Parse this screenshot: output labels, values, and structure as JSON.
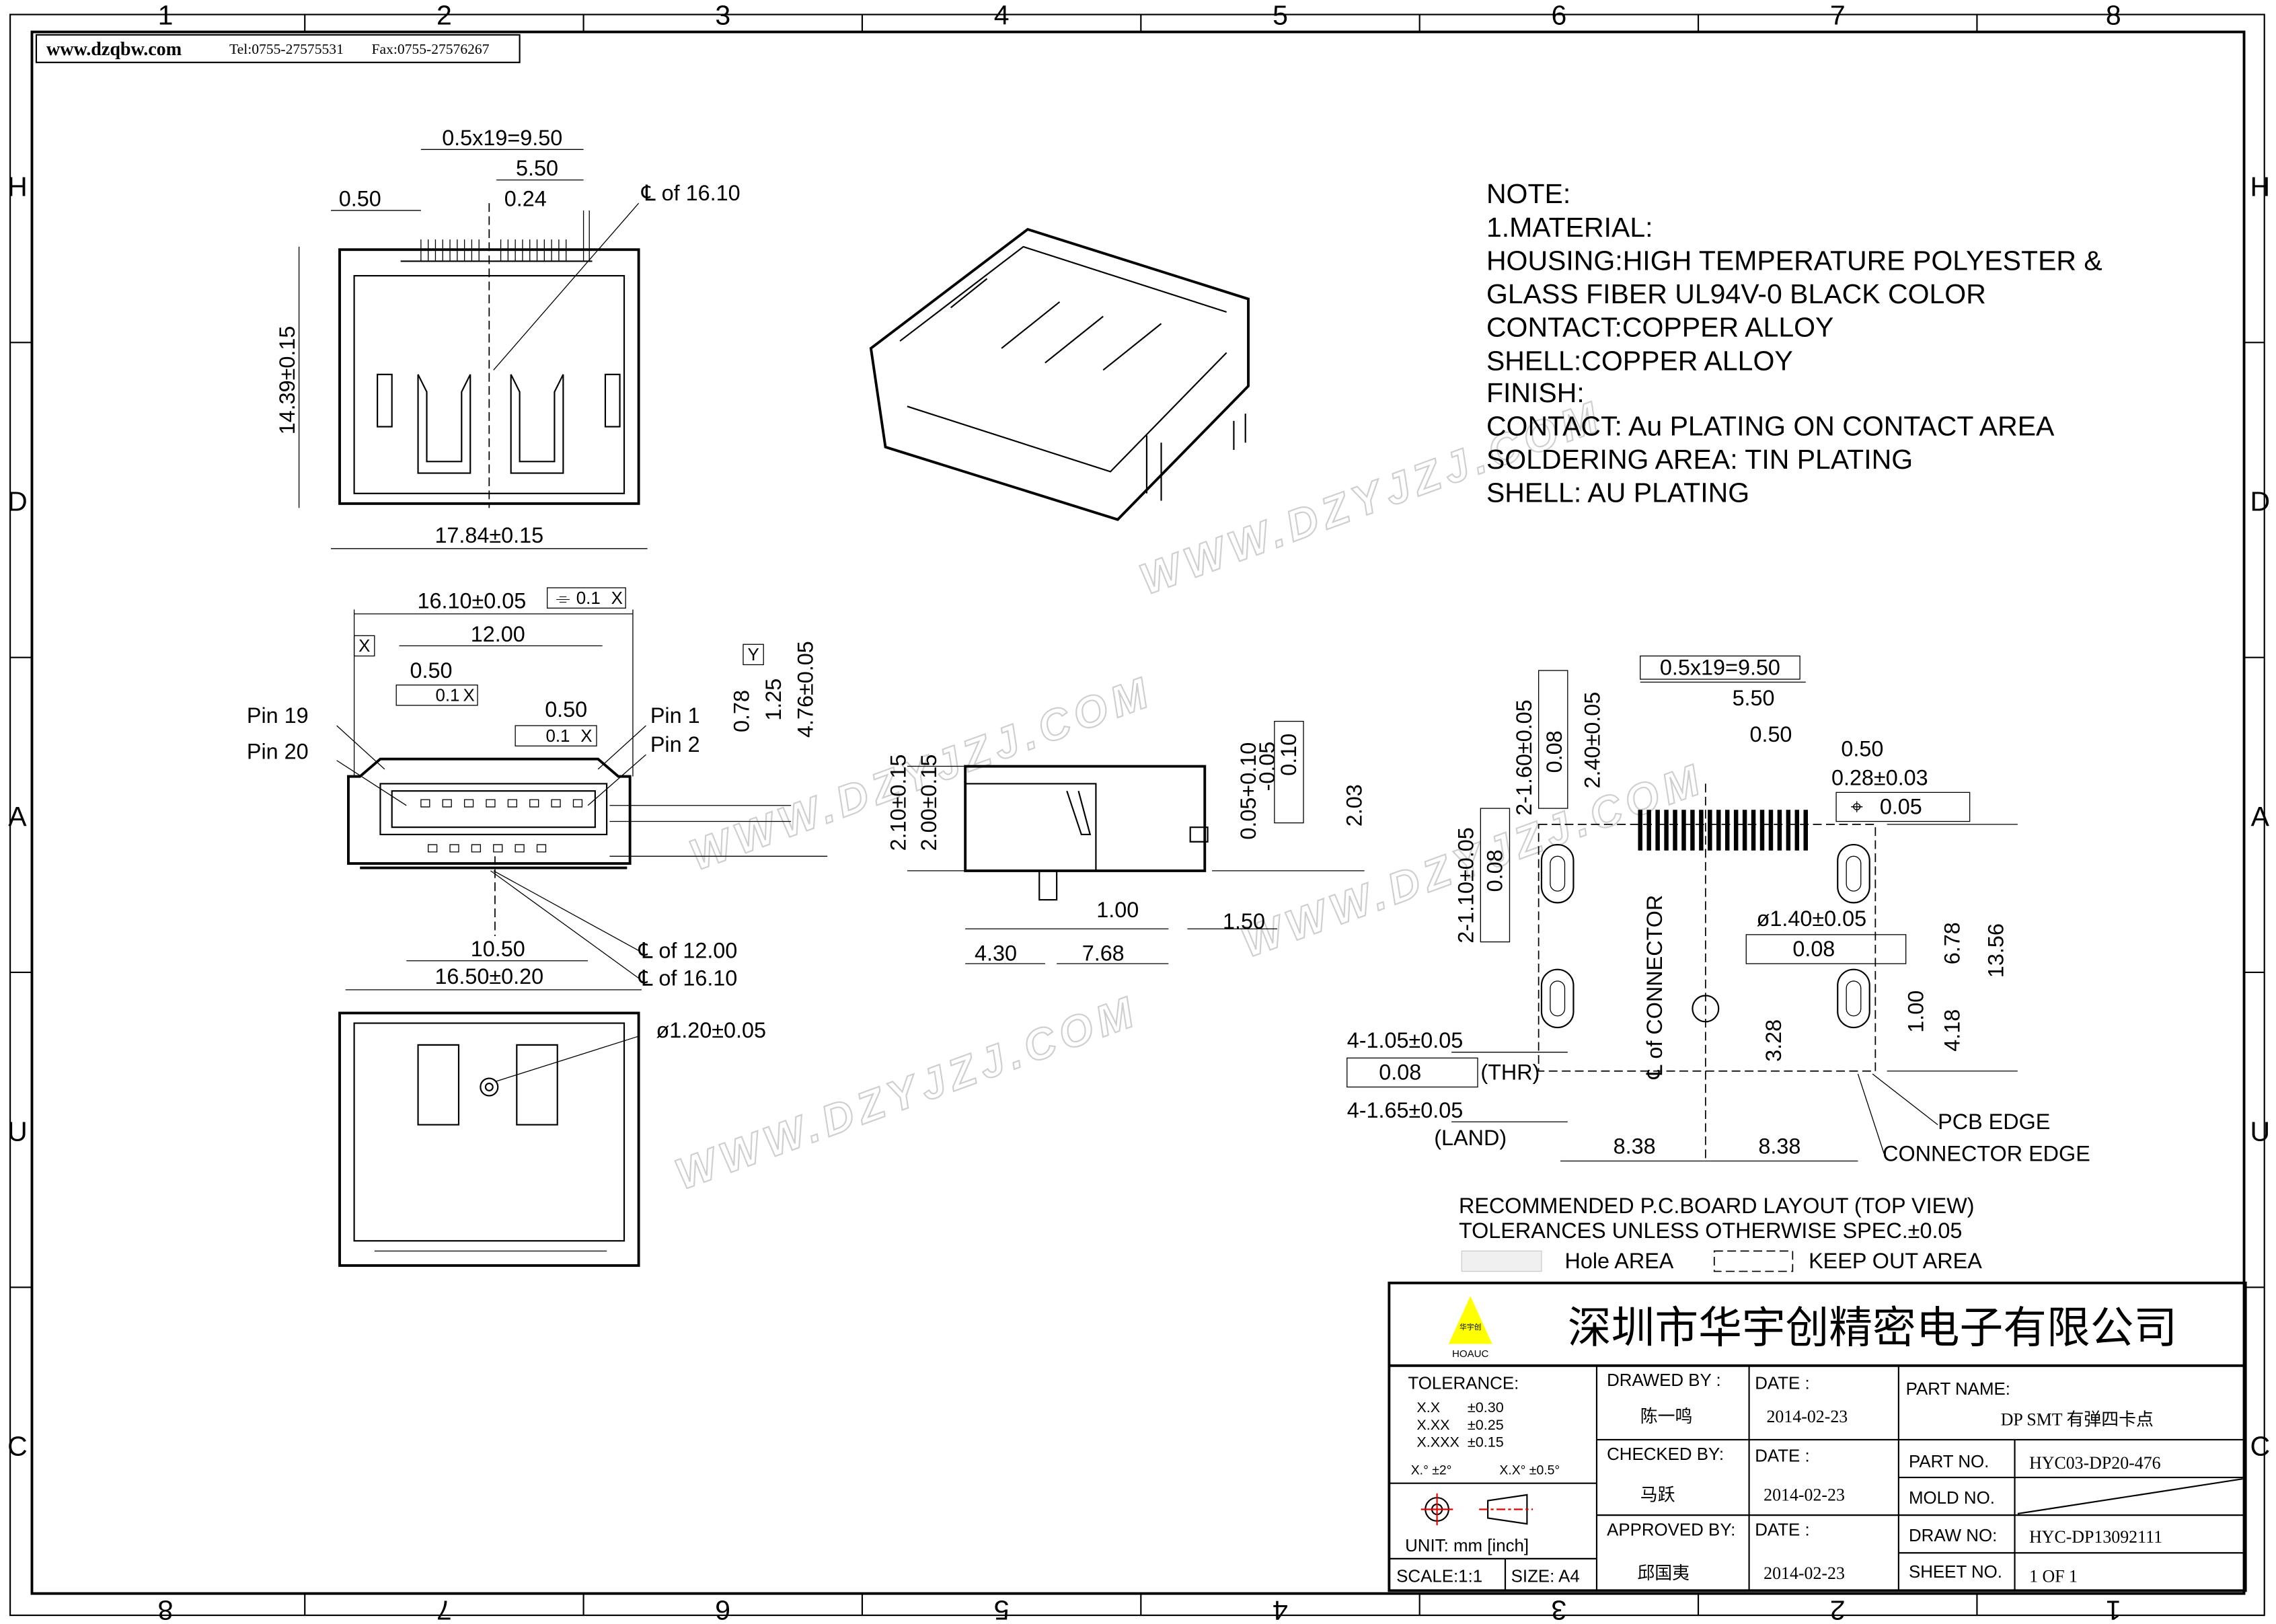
{
  "header": {
    "website": "www.dzqbw.com",
    "tel": "Tel:0755-27575531",
    "fax": "Fax:0755-27576267"
  },
  "grid": {
    "columns": [
      "1",
      "2",
      "3",
      "4",
      "5",
      "6",
      "7",
      "8"
    ],
    "columns_bottom": [
      "8",
      "7",
      "6",
      "5",
      "4",
      "3",
      "2",
      "1"
    ],
    "rows": [
      "H",
      "D",
      "A",
      "U",
      "C"
    ]
  },
  "watermark": "WWW.DZYJZJ.COM",
  "notes": {
    "lines": [
      "NOTE:",
      "1.MATERIAL:",
      "HOUSING:HIGH TEMPERATURE POLYESTER &",
      "GLASS FIBER UL94V-0 BLACK COLOR",
      "CONTACT:COPPER ALLOY",
      "SHELL:COPPER ALLOY",
      "FINISH:",
      "CONTACT: Au PLATING ON CONTACT AREA",
      "SOLDERING AREA: TIN PLATING",
      "SHELL: AU PLATING"
    ]
  },
  "top_view": {
    "pitch": "0.5x19=9.50",
    "w550": "5.50",
    "w050": "0.50",
    "w024": "0.24",
    "centerline": "℄ of 16.10",
    "height": "14.39±0.15",
    "width": "17.84±0.15"
  },
  "front_view": {
    "width": "16.10±0.05",
    "fcf1": "0.1",
    "datum_x": "X",
    "w1200": "12.00",
    "p050a": "0.50",
    "p050b": "0.50",
    "pin19": "Pin 19",
    "pin20": "Pin 20",
    "pin1": "Pin 1",
    "pin2": "Pin 2",
    "h078": "0.78",
    "h125": "1.25",
    "h476": "4.76±0.05",
    "datum_y": "Y",
    "w1050": "10.50",
    "w1650": "16.50±0.20",
    "cl12": "℄ of 12.00",
    "cl16": "℄ of 16.10"
  },
  "bottom_view": {
    "hole": "ø1.20±0.05"
  },
  "side_view": {
    "h210": "2.10±0.15",
    "h200": "2.00±0.15",
    "h005": "0.05+0.10",
    "h005b": "-0.05",
    "flat": "0.10",
    "h203": "2.03",
    "w100": "1.00",
    "w150": "1.50",
    "w430": "4.30",
    "w768": "7.68"
  },
  "pcb": {
    "pitch": "0.5x19=9.50",
    "w550": "5.50",
    "w050a": "0.50",
    "w050b": "0.50",
    "w028": "0.28±0.03",
    "fcf_pad": "0.05",
    "d160": "2-1.60±0.05",
    "d240": "2.40±0.05",
    "fcf_008": "0.08",
    "d110": "2-1.10±0.05",
    "cl_conn": "℄ of CONNECTOR",
    "hole140": "ø1.40±0.05",
    "h678": "6.78",
    "h1356": "13.56",
    "h100": "1.00",
    "h418": "4.18",
    "h328": "3.28",
    "thr": "4-1.05±0.05",
    "thr_tag": "(THR)",
    "land": "4-1.65±0.05",
    "land_tag": "(LAND)",
    "w838a": "8.38",
    "w838b": "8.38",
    "pcb_edge": "PCB EDGE",
    "conn_edge": "CONNECTOR EDGE",
    "title": "RECOMMENDED P.C.BOARD LAYOUT (TOP VIEW)",
    "tol": "TOLERANCES UNLESS OTHERWISE SPEC.±0.05",
    "hole_area": "Hole AREA",
    "keep_out": "KEEP OUT AREA"
  },
  "title_block": {
    "logo_text": "HOAUC",
    "logo_cn": "华宇创",
    "company": "深圳市华宇创精密电子有限公司",
    "tolerance_label": "TOLERANCE:",
    "tol_rows": [
      [
        "X.X",
        "±0.30"
      ],
      [
        "X.XX",
        "±0.25"
      ],
      [
        "X.XXX",
        "±0.15"
      ]
    ],
    "angle1": "X.° ±2°",
    "angle2": "X.X° ±0.5°",
    "unit": "UNIT:  mm  [inch]",
    "scale": "SCALE:1:1",
    "size": "SIZE:  A4",
    "drawed_by": "DRAWED BY :",
    "drawer": "陈一鸣",
    "checked_by": "CHECKED BY:",
    "checker": "马跃",
    "approved_by": "APPROVED BY:",
    "approver": "邱国夷",
    "date_label": "DATE :",
    "date1": "2014-02-23",
    "date2": "2014-02-23",
    "date3": "2014-02-23",
    "part_name_label": "PART NAME:",
    "part_name": "DP SMT 有弹四卡点",
    "part_no_label": "PART NO.",
    "part_no": "HYC03-DP20-476",
    "mold_no_label": "MOLD NO.",
    "draw_no_label": "DRAW NO:",
    "draw_no": "HYC-DP13092111",
    "sheet_no_label": "SHEET NO.",
    "sheet_no": "1 OF 1"
  }
}
